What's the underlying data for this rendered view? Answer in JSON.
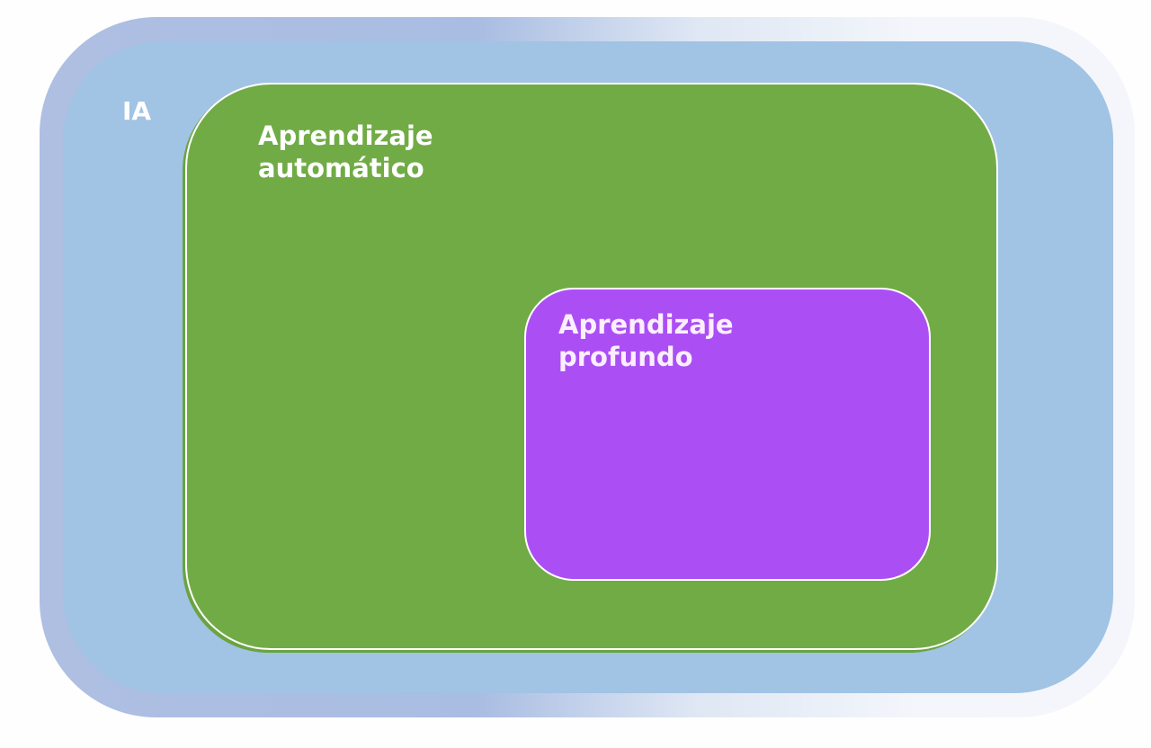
{
  "diagram": {
    "type": "nested-sets",
    "sets": [
      {
        "id": "ia",
        "label": "IA",
        "color": "#a1c3e4",
        "frame_color": "#aebfe2",
        "contains": [
          "aprendizaje-automatico"
        ]
      },
      {
        "id": "aprendizaje-automatico",
        "label": "Aprendizaje automático",
        "color": "#71ab46",
        "contains": [
          "aprendizaje-profundo"
        ]
      },
      {
        "id": "aprendizaje-profundo",
        "label": "Aprendizaje profundo",
        "color": "#ab4ff5",
        "contains": []
      }
    ]
  },
  "labels": {
    "ia": "IA",
    "ml": "Aprendizaje automático",
    "dl": "Aprendizaje profundo"
  }
}
